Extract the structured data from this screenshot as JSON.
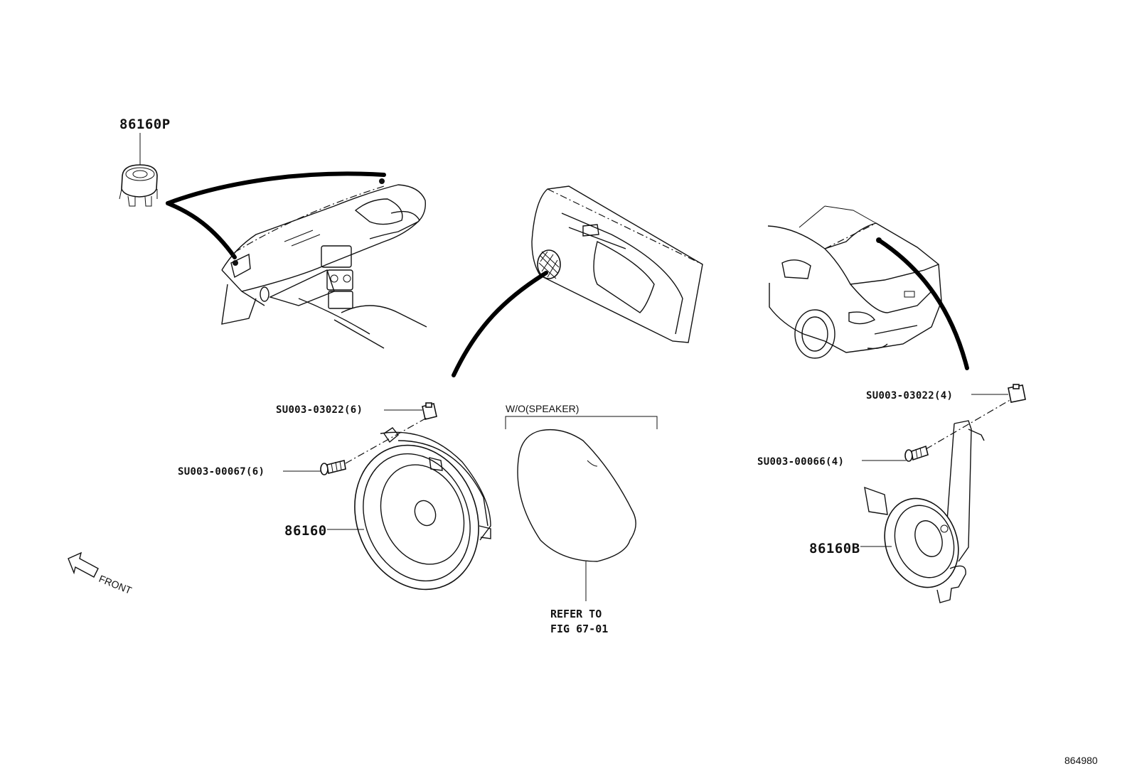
{
  "labels": {
    "tweeter_part": "86160P",
    "clip_front": "SU003-03022(6)",
    "screw_front": "SU003-00067(6)",
    "front_speaker_part": "86160",
    "without_speaker_note": "W/O(SPEAKER)",
    "refer_line1": "REFER TO",
    "refer_line2": "FIG 67-01",
    "clip_rear": "SU003-03022(4)",
    "screw_rear": "SU003-00066(4)",
    "rear_speaker_part": "86160B",
    "front_direction": "FRONT",
    "figure_number": "864980"
  },
  "icons": {
    "front_arrow": "front-arrow-icon"
  }
}
